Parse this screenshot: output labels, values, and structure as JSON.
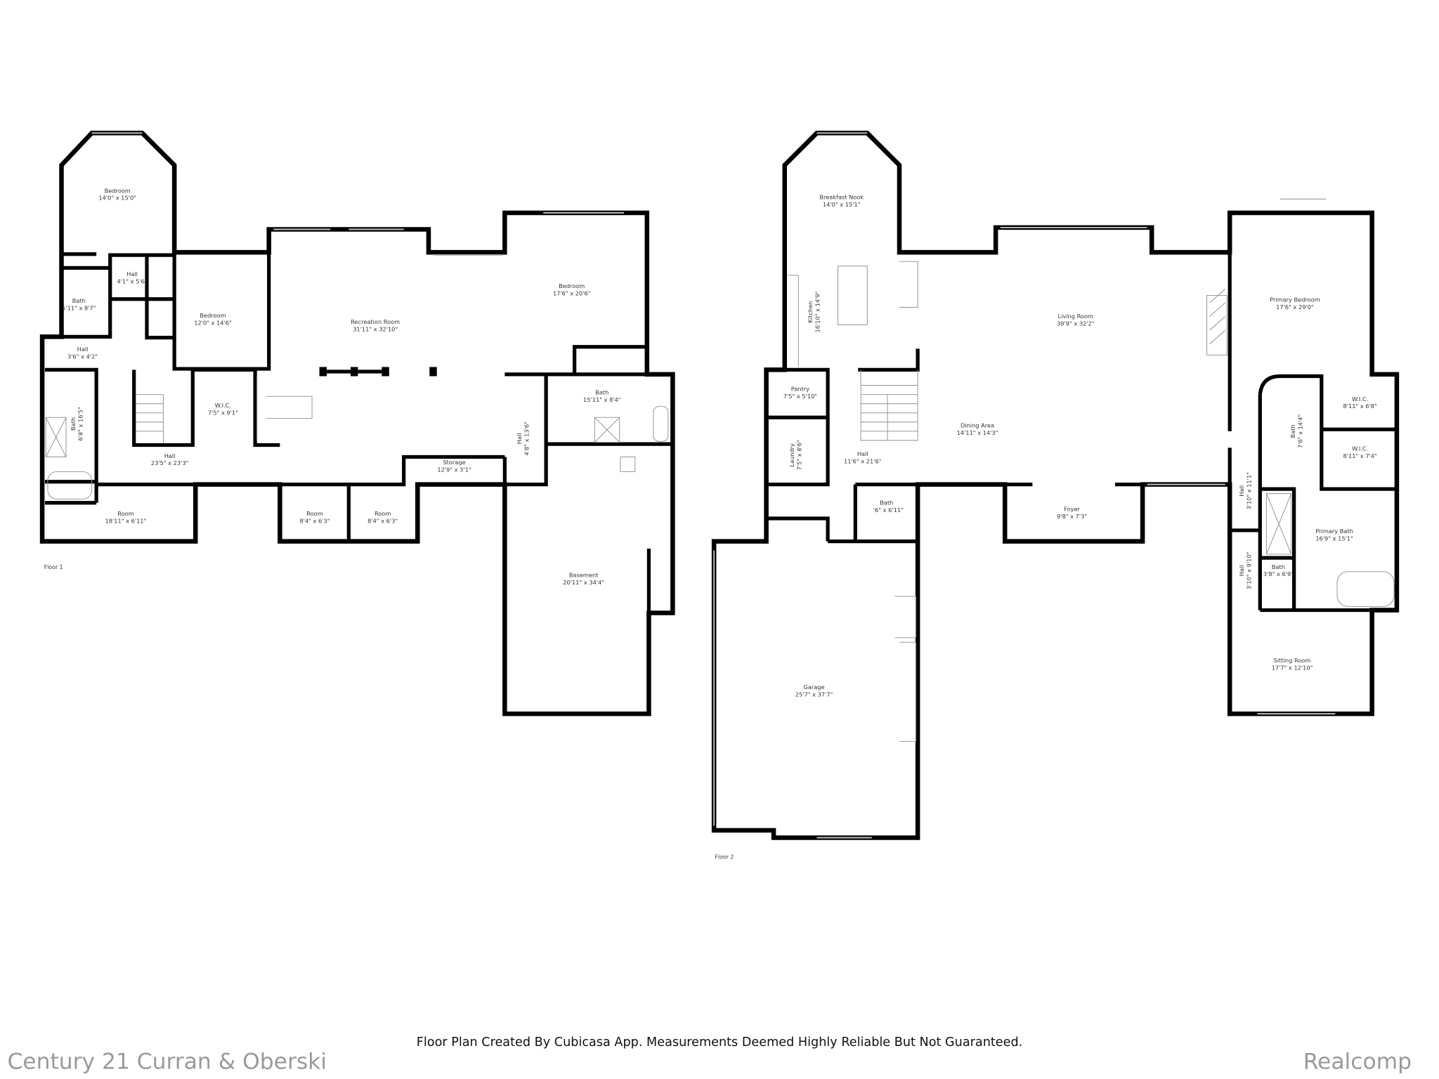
{
  "floor1": {
    "label": "Floor 1",
    "rooms": [
      {
        "name": "Bedroom",
        "dims": "14'0\" x 15'0\""
      },
      {
        "name": "Hall",
        "dims": "4'1\" x 5'6\""
      },
      {
        "name": "Bath",
        "dims": "5'11\" x 8'7\""
      },
      {
        "name": "Bedroom",
        "dims": "12'0\" x 14'6\""
      },
      {
        "name": "Recreation Room",
        "dims": "31'11\" x 32'10\""
      },
      {
        "name": "Bedroom",
        "dims": "17'6\" x 20'6\""
      },
      {
        "name": "Hall",
        "dims": "3'6\" x 4'2\""
      },
      {
        "name": "Bath",
        "dims": "6'8\" x 16'5\""
      },
      {
        "name": "W.I.C.",
        "dims": "7'5\" x 9'1\""
      },
      {
        "name": "Bath",
        "dims": "15'11\" x 8'4\""
      },
      {
        "name": "Hall",
        "dims": "4'8\" x 13'6\""
      },
      {
        "name": "Hall",
        "dims": "23'5\" x 23'3\""
      },
      {
        "name": "Storage",
        "dims": "12'9\" x 3'1\""
      },
      {
        "name": "Room",
        "dims": "18'11\" x 6'11\""
      },
      {
        "name": "Room",
        "dims": "8'4\" x 6'3\""
      },
      {
        "name": "Room",
        "dims": "8'4\" x 6'3\""
      },
      {
        "name": "Basement",
        "dims": "20'11\" x 34'4\""
      }
    ]
  },
  "floor2": {
    "label": "Floor 2",
    "rooms": [
      {
        "name": "Breakfast Nook",
        "dims": "14'0\" x 15'1\""
      },
      {
        "name": "Kitchen",
        "dims": "16'10\" x 14'9\""
      },
      {
        "name": "Living Room",
        "dims": "39'9\" x 32'2\""
      },
      {
        "name": "Primary Bedroom",
        "dims": "17'6\" x 29'0\""
      },
      {
        "name": "Pantry",
        "dims": "7'5\" x 5'10\""
      },
      {
        "name": "W.I.C.",
        "dims": "8'11\" x 6'8\""
      },
      {
        "name": "Bath",
        "dims": "7'6\" x 14'4\""
      },
      {
        "name": "Dining Area",
        "dims": "14'11\" x 14'3\""
      },
      {
        "name": "W.I.C.",
        "dims": "8'11\" x 7'4\""
      },
      {
        "name": "Laundry",
        "dims": "7'5\" x 8'6\""
      },
      {
        "name": "Hall",
        "dims": "11'6\" x 21'6\""
      },
      {
        "name": "Hall",
        "dims": "3'10\" x 11'1\""
      },
      {
        "name": "Bath",
        "dims": "'6\" x 6'11\""
      },
      {
        "name": "Foyer",
        "dims": "9'8\" x 7'3\""
      },
      {
        "name": "Primary Bath",
        "dims": "16'9\" x 15'1\""
      },
      {
        "name": "Bath",
        "dims": "3'8\" x 6'9\""
      },
      {
        "name": "Hall",
        "dims": "3'10\" x 9'10\""
      },
      {
        "name": "Garage",
        "dims": "25'7\" x 37'7\""
      },
      {
        "name": "Sitting Room",
        "dims": "17'7\" x 12'10\""
      }
    ]
  },
  "footer": {
    "disclaimer": "Floor Plan Created By Cubicasa App. Measurements Deemed Highly Reliable But Not Guaranteed.",
    "watermark_left": "Century 21 Curran & Oberski",
    "watermark_right": "Realcomp"
  },
  "colors": {
    "wall": "#000000",
    "text": "#333333",
    "watermark": "#9a9a9a"
  }
}
